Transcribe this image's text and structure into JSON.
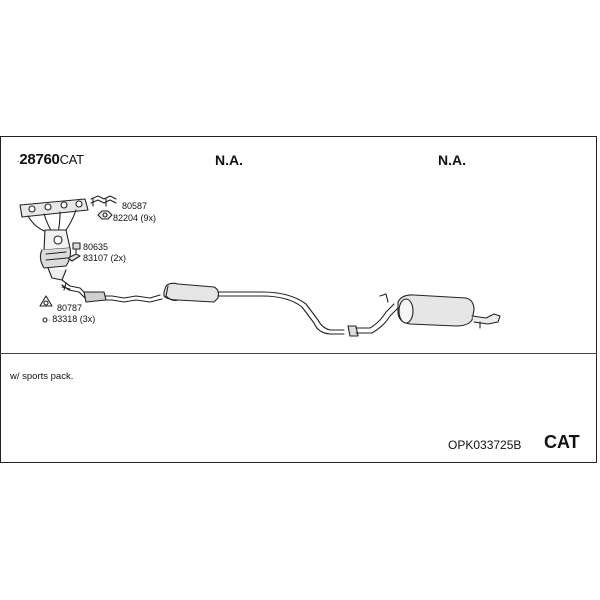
{
  "header": {
    "main_part_number": "28760",
    "main_part_suffix": "CAT",
    "column2": "N.A.",
    "column3": "N.A."
  },
  "parts": [
    {
      "id": "80587",
      "label": "80587"
    },
    {
      "id": "82204",
      "label": "82204 (9x)"
    },
    {
      "id": "80635",
      "label": "80635"
    },
    {
      "id": "83107",
      "label": "83107 (2x)"
    },
    {
      "id": "80787",
      "label": "80787"
    },
    {
      "id": "83318",
      "label": "83318 (3x)"
    }
  ],
  "note": "w/ sports pack.",
  "footer": {
    "kit_number": "OPK033725B",
    "type": "CAT"
  },
  "icons": {
    "bullet": "bullet-dot-icon",
    "parts": [
      "manifold-catalyst-icon",
      "stud-bolts-icon",
      "nut-icon",
      "sensor-plug-icon",
      "bolt-icon",
      "gasket-icon",
      "pipe-icon",
      "muffler-icon"
    ]
  }
}
